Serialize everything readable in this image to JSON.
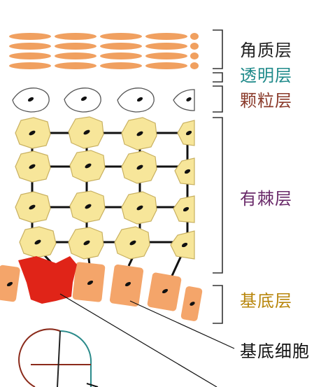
{
  "layers": [
    {
      "id": "stratum-corneum",
      "label": "角质层",
      "color": "#222222"
    },
    {
      "id": "stratum-lucidum",
      "label": "透明层",
      "color": "#1f8a8a"
    },
    {
      "id": "stratum-granulosum",
      "label": "颗粒层",
      "color": "#8a3a2a"
    },
    {
      "id": "stratum-spinosum",
      "label": "有棘层",
      "color": "#6a2a6a"
    },
    {
      "id": "stratum-basale",
      "label": "基底层",
      "color": "#b8860b"
    }
  ],
  "callouts": [
    {
      "id": "basal-cell",
      "label": "基底细胞",
      "color": "#111111"
    }
  ],
  "palette": {
    "corneum_fill": "#f0a060",
    "granular_stroke": "#555555",
    "spinous_fill": "#f7e69a",
    "spinous_stroke": "#c8b060",
    "basal_fill": "#f4a56a",
    "highlight_cell": "#e02418",
    "bracket": "#333333",
    "circle_colors": [
      "#8b2b1b",
      "#2a8a8a",
      "#222222"
    ]
  }
}
